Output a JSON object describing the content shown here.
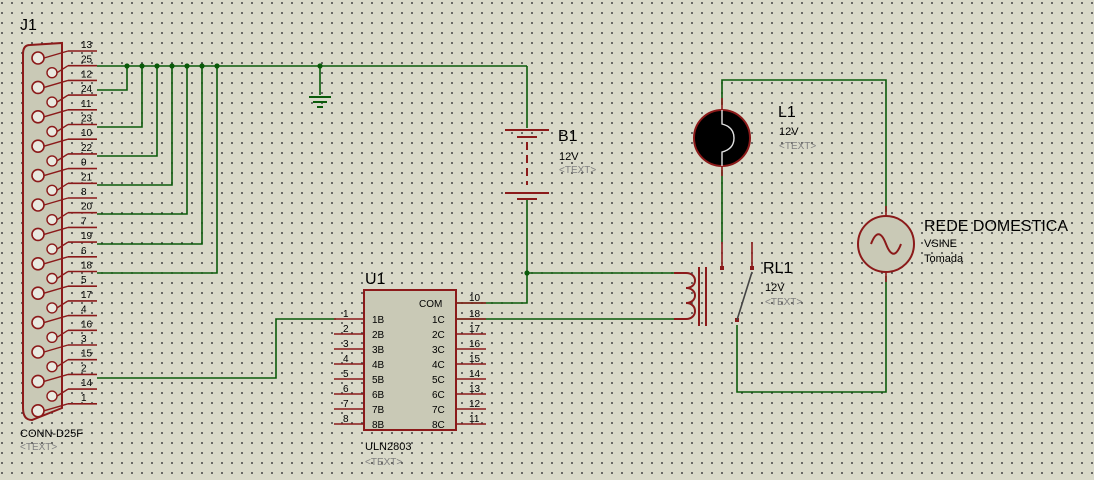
{
  "connector": {
    "ref": "J1",
    "part": "CONN-D25F",
    "text": "<TEXT>",
    "pins": [
      "13",
      "25",
      "12",
      "24",
      "11",
      "23",
      "10",
      "22",
      "9",
      "21",
      "8",
      "20",
      "7",
      "19",
      "6",
      "18",
      "5",
      "17",
      "4",
      "16",
      "3",
      "15",
      "2",
      "14",
      "1"
    ]
  },
  "battery": {
    "ref": "B1",
    "value": "12V",
    "text": "<TEXT>"
  },
  "driver": {
    "ref": "U1",
    "part": "ULN2803",
    "text": "<TEXT>",
    "com_label": "COM",
    "com_pin": "10",
    "in_pins": [
      "1",
      "2",
      "3",
      "4",
      "5",
      "6",
      "7",
      "8"
    ],
    "in_labels": [
      "1B",
      "2B",
      "3B",
      "4B",
      "5B",
      "6B",
      "7B",
      "8B"
    ],
    "out_pins": [
      "18",
      "17",
      "16",
      "15",
      "14",
      "13",
      "12",
      "11"
    ],
    "out_labels": [
      "1C",
      "2C",
      "3C",
      "4C",
      "5C",
      "6C",
      "7C",
      "8C"
    ]
  },
  "lamp": {
    "ref": "L1",
    "value": "12V",
    "text": "<TEXT>"
  },
  "relay": {
    "ref": "RL1",
    "value": "12V",
    "text": "<TEXT>"
  },
  "source": {
    "ref": "REDE DOMESTICA",
    "type": "VSINE",
    "label": "Tomada"
  }
}
